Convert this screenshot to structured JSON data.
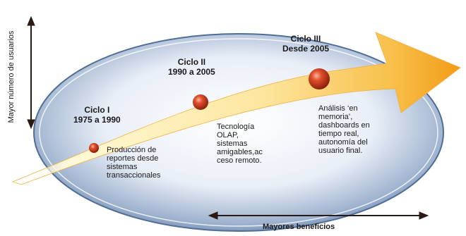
{
  "axes": {
    "y_label": "Mayor número de usuarios",
    "x_label": "Mayores beneficios"
  },
  "cycles": [
    {
      "title_line1": "Ciclo I",
      "title_line2": "1975 a 1990",
      "description": "Producción de\nreportes desde\nsistemas\ntransaccionales"
    },
    {
      "title_line1": "Ciclo II",
      "title_line2": "1990 a 2005",
      "description": "Tecnología\nOLAP,\nsistemas\namigables,ac\nceso remoto."
    },
    {
      "title_line1": "Ciclo III",
      "title_line2": "Desde 2005",
      "description": "Análisis ‘en\nmemoria’,\ndashboards en\ntiempo real,\nautonomía del\nusuario final."
    }
  ],
  "colors": {
    "ellipse_center": "#f2f6fb",
    "ellipse_edge": "#5f7ea6",
    "arrow_light": "#fff7c8",
    "arrow_dark": "#f3a018",
    "bullet": "#c7341a",
    "axis": "#2a1a14"
  }
}
